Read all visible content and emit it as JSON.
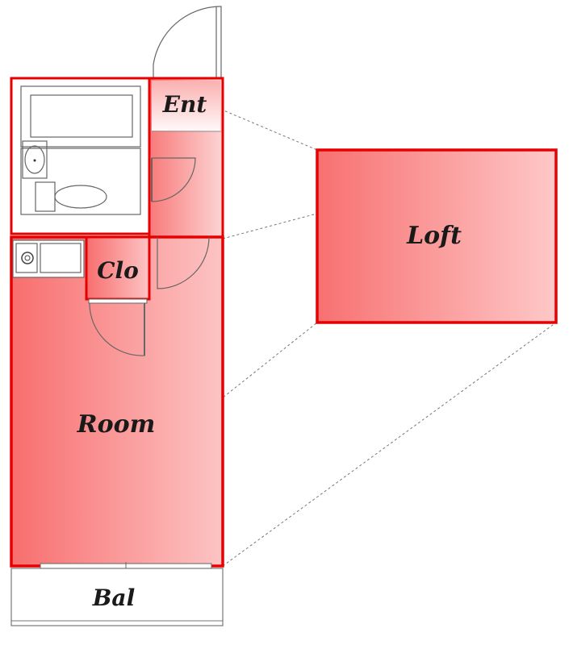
{
  "rooms": {
    "entrance": "Ent",
    "closet": "Clo",
    "room": "Room",
    "loft": "Loft",
    "balcony": "Bal"
  },
  "colors": {
    "wall": "#e60000",
    "fill_dark": "#f97070",
    "fill_light": "#fdd0d0",
    "line": "#666666",
    "background": "#ffffff"
  }
}
